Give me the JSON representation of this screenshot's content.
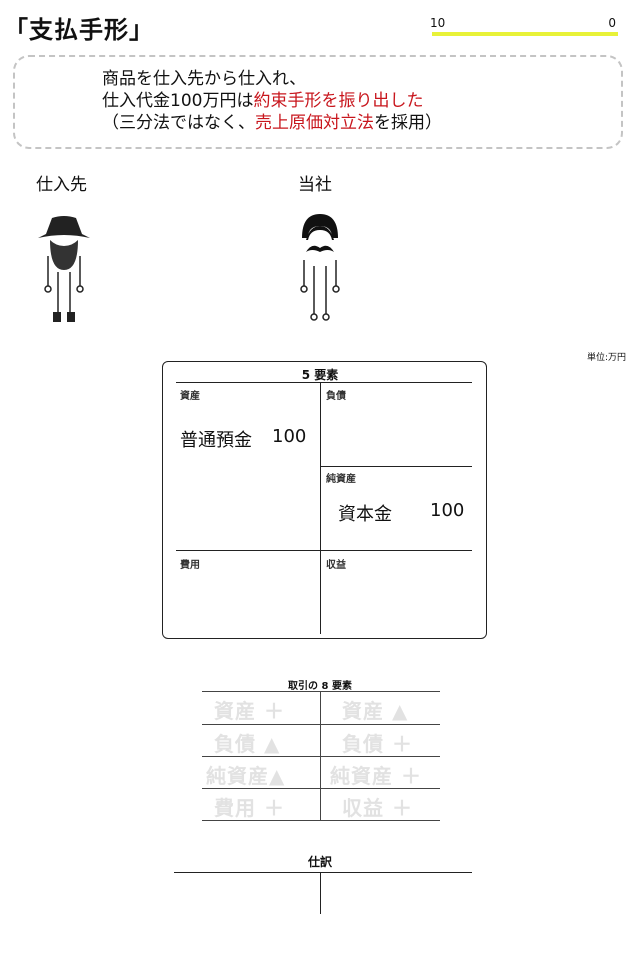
{
  "header": {
    "title": "「支払手形」",
    "timer_left": "10",
    "timer_right": "0"
  },
  "problem": {
    "line1": "商品を仕入先から仕入れ、",
    "line2_prefix": "仕入代金100万円は",
    "line2_red": "約束手形を振り出した",
    "line3_prefix": "（三分法ではなく、",
    "line3_red": "売上原価対立法",
    "line3_suffix": "を採用）"
  },
  "parties": {
    "supplier": "仕入先",
    "company": "当社"
  },
  "unit_label": "単位:万円",
  "five_elements": {
    "title": "5 要素",
    "assets_label": "資産",
    "liabilities_label": "負債",
    "net_assets_label": "純資産",
    "expenses_label": "費用",
    "revenue_label": "収益",
    "assets_entry_name": "普通預金",
    "assets_entry_value": "100",
    "net_assets_entry_name": "資本金",
    "net_assets_entry_value": "100"
  },
  "eight_elements": {
    "title": "取引の 8 要素",
    "rows": [
      {
        "left": "資産 ＋",
        "right": "資産 ▲"
      },
      {
        "left": "負債 ▲",
        "right": "負債 ＋"
      },
      {
        "left": "純資産▲",
        "right": "純資産 ＋"
      },
      {
        "left": "費用 ＋",
        "right": "収益 ＋"
      }
    ]
  },
  "journal": {
    "title": "仕訳"
  },
  "colors": {
    "accent_red": "#c8161d",
    "timer_bar": "#e8f238",
    "ghost_text": "#e2e2e2"
  },
  "timer_remaining_fraction": 1.0
}
